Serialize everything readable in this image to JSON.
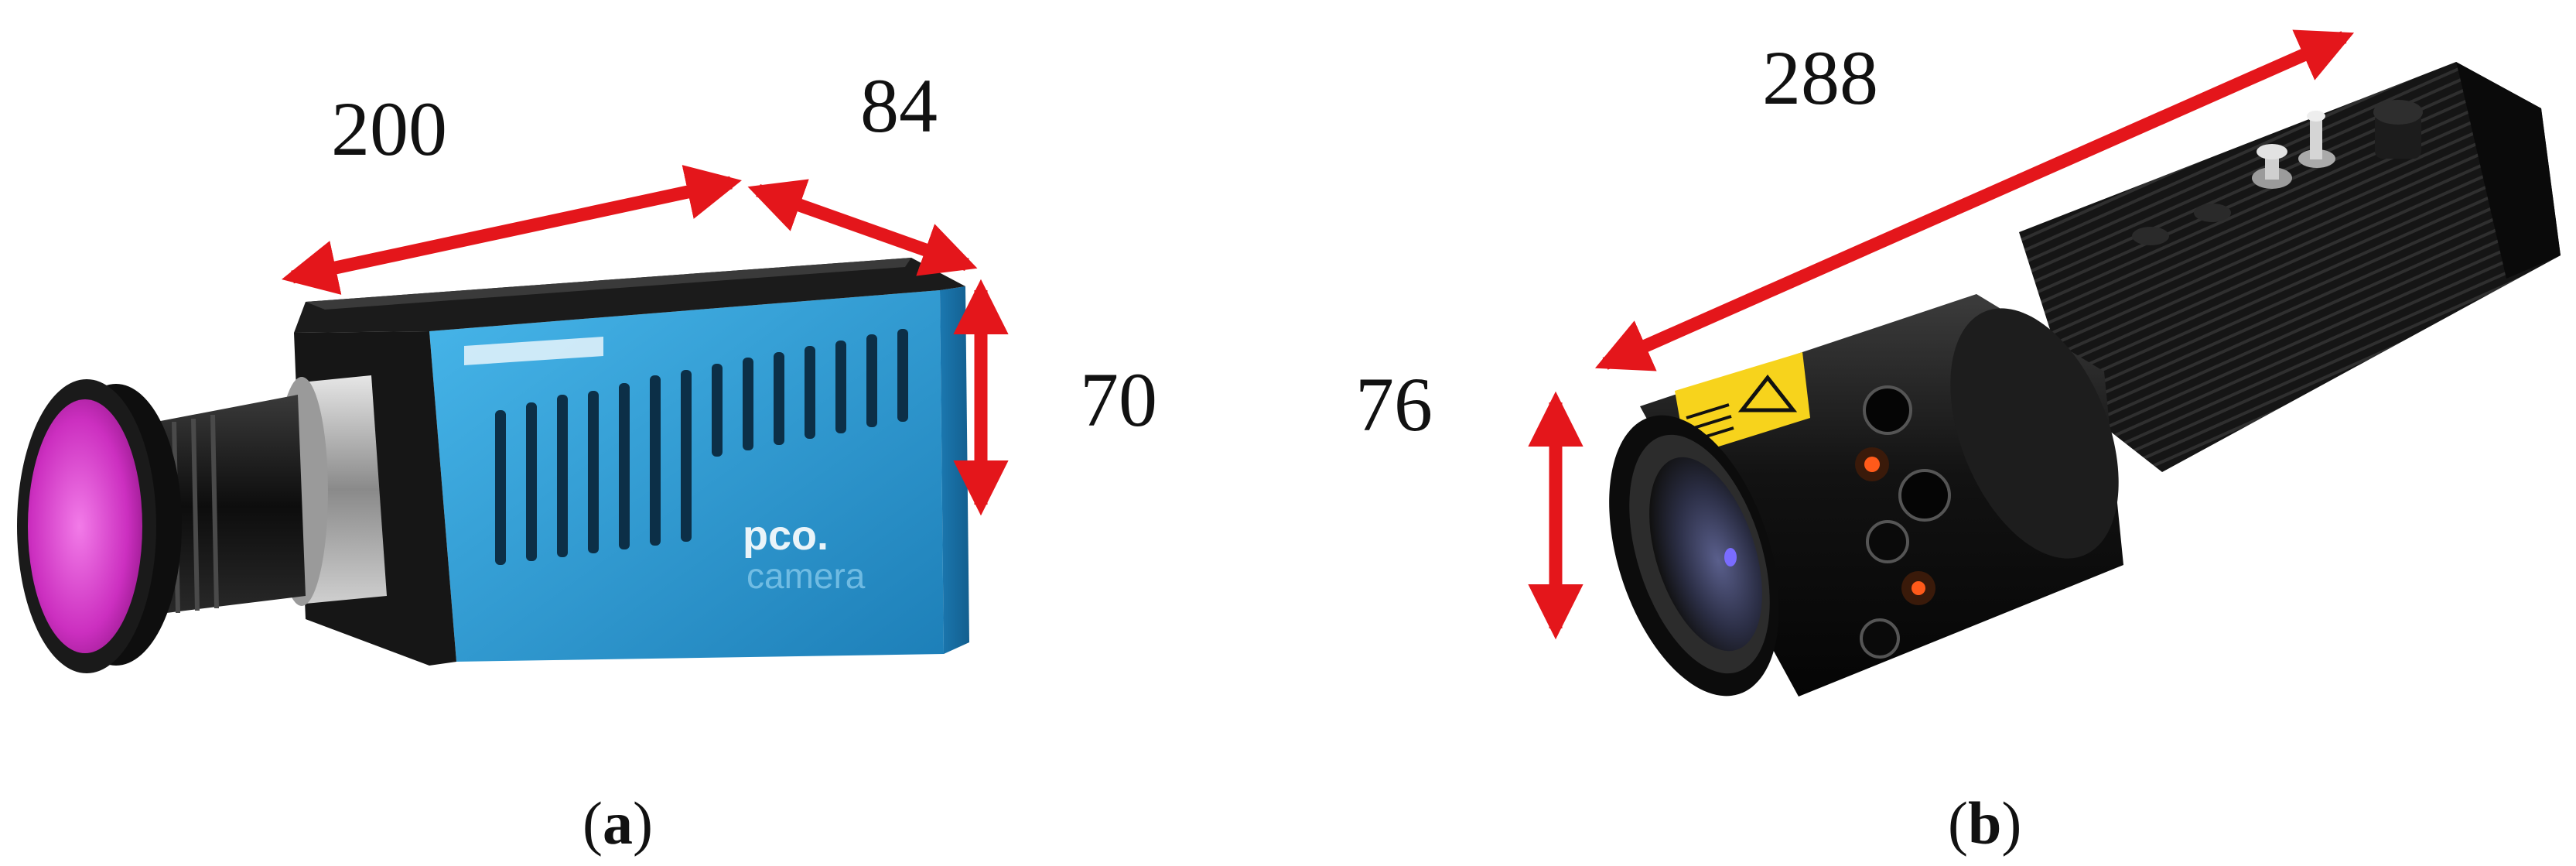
{
  "panels": [
    {
      "caption": {
        "open": "(",
        "letter": "a",
        "close": ")"
      },
      "dimensions": {
        "length": "200",
        "width": "84",
        "height": "70"
      },
      "brand": {
        "line1": "pco.",
        "line2": "camera"
      }
    },
    {
      "caption": {
        "open": "(",
        "letter": "b",
        "close": ")"
      },
      "dimensions": {
        "length": "288",
        "diameter": "76"
      }
    }
  ],
  "colors": {
    "arrow": "#e4161b",
    "camera_body": "#2e9fd8",
    "filter": "#d63fc6",
    "laser_body": "#141414",
    "warning_label": "#f7d31c"
  }
}
